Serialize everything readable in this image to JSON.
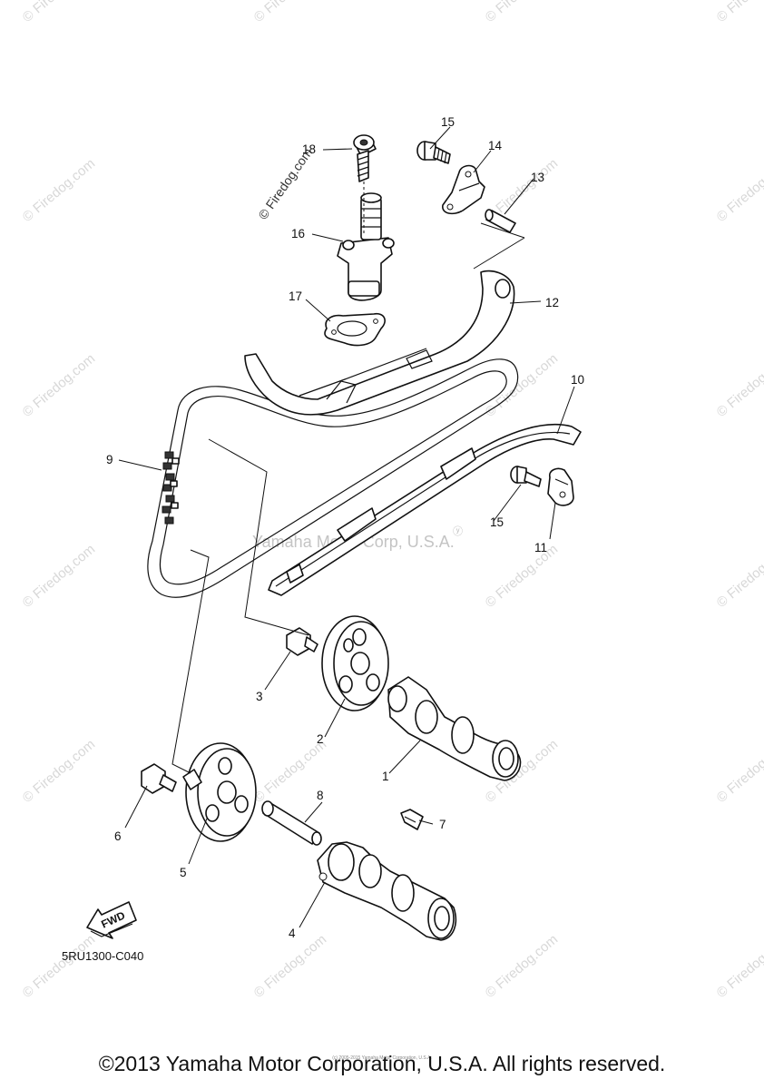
{
  "watermark": {
    "text": "© Firedog.com",
    "center_mark": "Yamaha Motor Corp, U.S.A.",
    "center_mark_symbol": "ⓨ"
  },
  "callouts": {
    "c1": "1",
    "c2": "2",
    "c3": "3",
    "c4": "4",
    "c5": "5",
    "c6": "6",
    "c7": "7",
    "c8": "8",
    "c9": "9",
    "c10": "10",
    "c11": "11",
    "c12": "12",
    "c13": "13",
    "c14": "14",
    "c15a": "15",
    "c15b": "15",
    "c16": "16",
    "c17": "17",
    "c18": "18"
  },
  "fwd_label": "FWD",
  "diagram_code": "5RU1300-C040",
  "footer": {
    "copyright": "©2013 Yamaha Motor Corporation, U.S.A. All rights reserved.",
    "tiny_notice": "(c) 2005-2015 Yamaha Motor Corporation, U.S.A."
  }
}
